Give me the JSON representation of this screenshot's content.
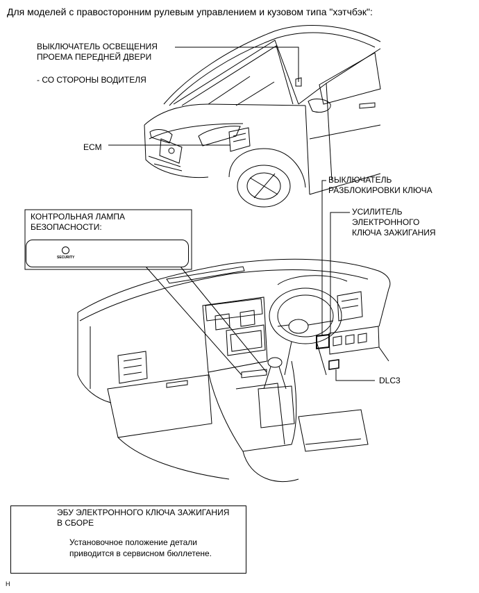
{
  "title": "Для моделей с правосторонним рулевым управлением и кузовом типа \"хэтчбэк\":",
  "labels": {
    "door_switch": [
      "ВЫКЛЮЧАТЕЛЬ ОСВЕЩЕНИЯ",
      "ПРОЕМА ПЕРЕДНЕЙ ДВЕРИ"
    ],
    "driver_side": "- СО СТОРОНЫ ВОДИТЕЛЯ",
    "ecm": "ECM",
    "unlock_switch": [
      "ВЫКЛЮЧАТЕЛЬ",
      "РАЗБЛОКИРОВКИ КЛЮЧА"
    ],
    "key_amplifier": [
      "УСИЛИТЕЛЬ",
      "ЭЛЕКТРОННОГО",
      "КЛЮЧА ЗАЖИГАНИЯ"
    ],
    "security_lamp": [
      "КОНТРОЛЬНАЯ ЛАМПА",
      "БЕЗОПАСНОСТИ:"
    ],
    "indicator_text": "SECURITY",
    "dlc3": "DLC3"
  },
  "note": {
    "ecu_label": [
      "ЭБУ ЭЛЕКТРОННОГО КЛЮЧА ЗАЖИГАНИЯ",
      "В СБОРЕ"
    ],
    "text": [
      "Установочное положение детали",
      "приводится в сервисном бюллетене."
    ]
  },
  "footer_code": "H"
}
